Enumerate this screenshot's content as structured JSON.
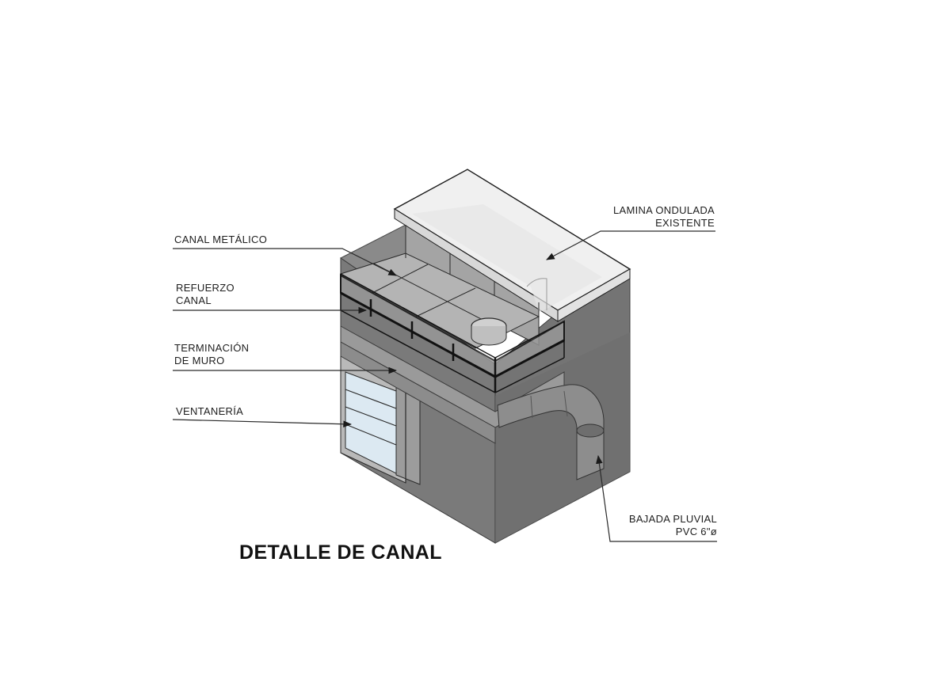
{
  "title": "DETALLE DE CANAL",
  "callouts": {
    "lamina": {
      "line1": "LAMINA ONDULADA",
      "line2": "EXISTENTE"
    },
    "canal_metalico": {
      "line1": "CANAL METÁLICO"
    },
    "refuerzo": {
      "line1": "REFUERZO",
      "line2": "CANAL"
    },
    "terminacion": {
      "line1": "TERMINACIÓN",
      "line2": "DE MURO"
    },
    "ventaneria": {
      "line1": "VENTANERÍA"
    },
    "bajada": {
      "line1": "BAJADA PLUVIAL",
      "line2": "PVC  6\"ø"
    }
  },
  "colors": {
    "wall": "#7d7d7d",
    "wall_dark": "#6a6a6a",
    "roof": "#ececec",
    "glass": "#dce9f2",
    "line": "#1a1a1a",
    "leader": "#2a2a2a"
  }
}
